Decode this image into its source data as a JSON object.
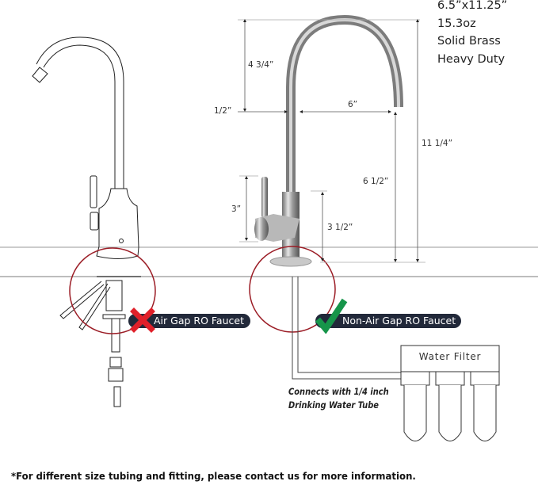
{
  "specs": {
    "size": "6.5”x11.25”",
    "weight": "15.3oz",
    "material": "Solid Brass",
    "grade": "Heavy Duty"
  },
  "dimensions": {
    "spout_height": "4 3/4”",
    "spout_diameter": "1/2”",
    "spout_reach": "6”",
    "total_height": "11 1/4”",
    "spout_clearance": "6 1/2”",
    "handle_height": "3”",
    "base_height": "3 1/2”"
  },
  "labels": {
    "air_gap": "Air Gap RO Faucet",
    "non_air_gap": "Non-Air Gap RO Faucet",
    "water_filter": "Water Filter",
    "tube_note_line1": "Connects with 1/4 inch",
    "tube_note_line2": "Drinking Water Tube"
  },
  "icons": {
    "air_gap_status": "cross-icon",
    "non_air_gap_status": "check-icon"
  },
  "colors": {
    "pill_bg": "#22293a",
    "cross": "#e0202a",
    "check": "#16954a",
    "circle": "#9b1c25"
  },
  "footnote": "*For different size tubing and fitting, please contact us for more information."
}
